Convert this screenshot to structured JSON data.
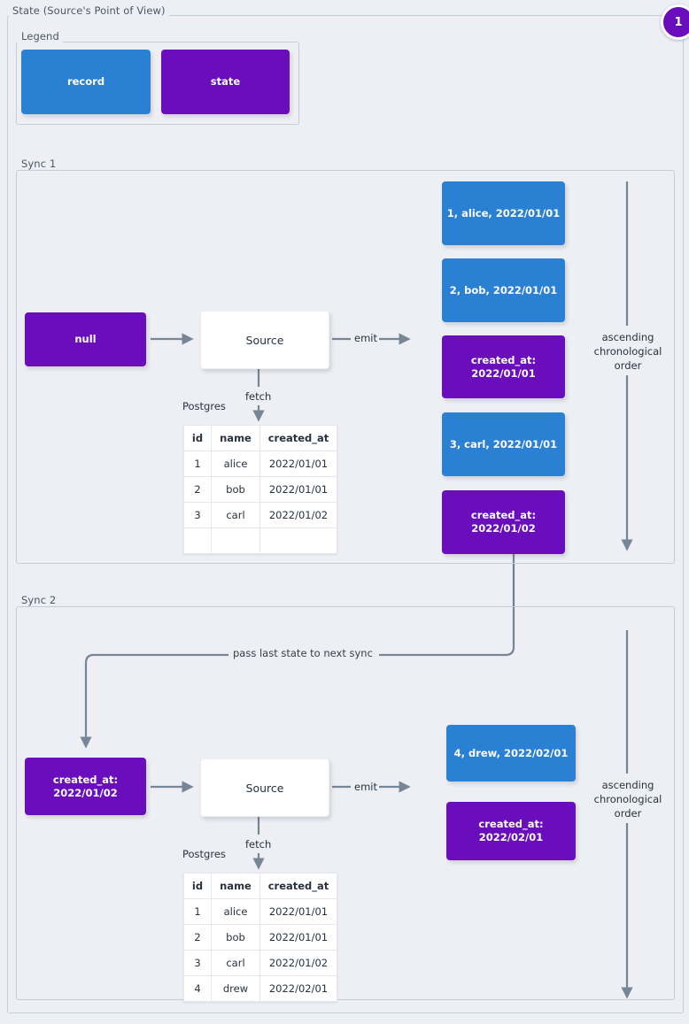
{
  "page": {
    "title": "State (Source's Point of View)",
    "badge": "1",
    "accent_record_color": "#2a80d2",
    "accent_state_color": "#6a0dbd",
    "background_color": "#eceff4",
    "connector_color": "#66788a"
  },
  "legend": {
    "label": "Legend",
    "items": [
      {
        "label": "record",
        "color": "#2a80d2"
      },
      {
        "label": "state",
        "color": "#6a0dbd"
      }
    ]
  },
  "sync1": {
    "label": "Sync 1",
    "input_state": "null",
    "source_label": "Source",
    "fetch_label": "fetch",
    "emit_label": "emit",
    "db_caption": "Postgres",
    "order_label": "ascending\nchronological\norder",
    "order_line1": "ascending",
    "order_line2": "chronological",
    "order_line3": "order",
    "table": {
      "columns": [
        "id",
        "name",
        "created_at"
      ],
      "rows": [
        [
          "1",
          "alice",
          "2022/01/01"
        ],
        [
          "2",
          "bob",
          "2022/01/01"
        ],
        [
          "3",
          "carl",
          "2022/01/02"
        ],
        [
          "",
          "",
          ""
        ]
      ]
    },
    "emitted": [
      {
        "type": "record",
        "text": "1, alice, 2022/01/01"
      },
      {
        "type": "record",
        "text": "2, bob, 2022/01/01"
      },
      {
        "type": "state",
        "line1": "created_at:",
        "line2": "2022/01/01"
      },
      {
        "type": "record",
        "text": "3, carl, 2022/01/01"
      },
      {
        "type": "state",
        "line1": "created_at:",
        "line2": "2022/01/02"
      }
    ]
  },
  "connector": {
    "pass_label": "pass last state to next sync"
  },
  "sync2": {
    "label": "Sync 2",
    "input_state_line1": "created_at:",
    "input_state_line2": "2022/01/02",
    "source_label": "Source",
    "fetch_label": "fetch",
    "emit_label": "emit",
    "db_caption": "Postgres",
    "order_line1": "ascending",
    "order_line2": "chronological",
    "order_line3": "order",
    "table": {
      "columns": [
        "id",
        "name",
        "created_at"
      ],
      "rows": [
        [
          "1",
          "alice",
          "2022/01/01"
        ],
        [
          "2",
          "bob",
          "2022/01/01"
        ],
        [
          "3",
          "carl",
          "2022/01/02"
        ],
        [
          "4",
          "drew",
          "2022/02/01"
        ]
      ]
    },
    "emitted": [
      {
        "type": "record",
        "text": "4, drew, 2022/02/01"
      },
      {
        "type": "state",
        "line1": "created_at:",
        "line2": "2022/02/01"
      }
    ]
  }
}
